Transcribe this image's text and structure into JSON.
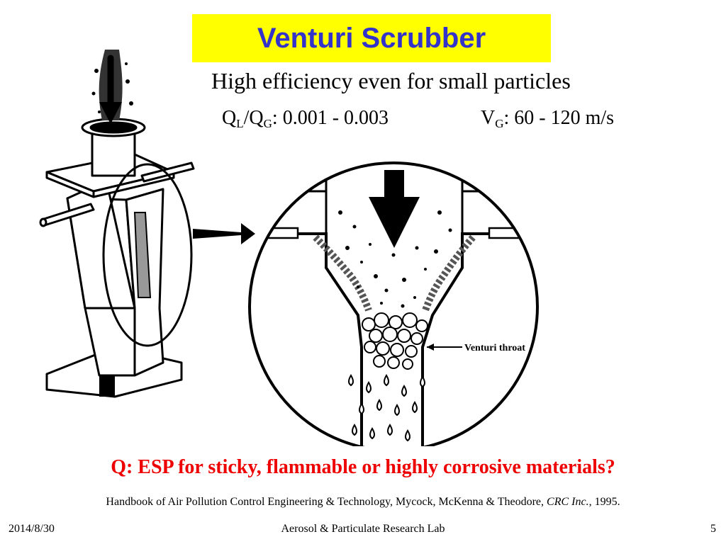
{
  "title": "Venturi Scrubber",
  "subtitle": "High efficiency even for small particles",
  "formulas": {
    "liquid_gas_ratio": {
      "q1": "Q",
      "sub1": "L",
      "slash": "/",
      "q2": "Q",
      "sub2": "G",
      "value": ": 0.001 - 0.003"
    },
    "gas_velocity": {
      "v": "V",
      "sub": "G",
      "value": ": 60 - 120 m/s"
    }
  },
  "diagram": {
    "throat_label": "Venturi throat"
  },
  "question": "Q: ESP for sticky, flammable or highly corrosive materials?",
  "reference": {
    "text": "Handbook of Air Pollution Control Engineering & Technology, Mycock, McKenna & Theodore, ",
    "italic": "CRC Inc.",
    "end": ", 1995."
  },
  "footer": {
    "date": "2014/8/30",
    "lab": "Aerosol & Particulate Research Lab",
    "page": "5"
  }
}
